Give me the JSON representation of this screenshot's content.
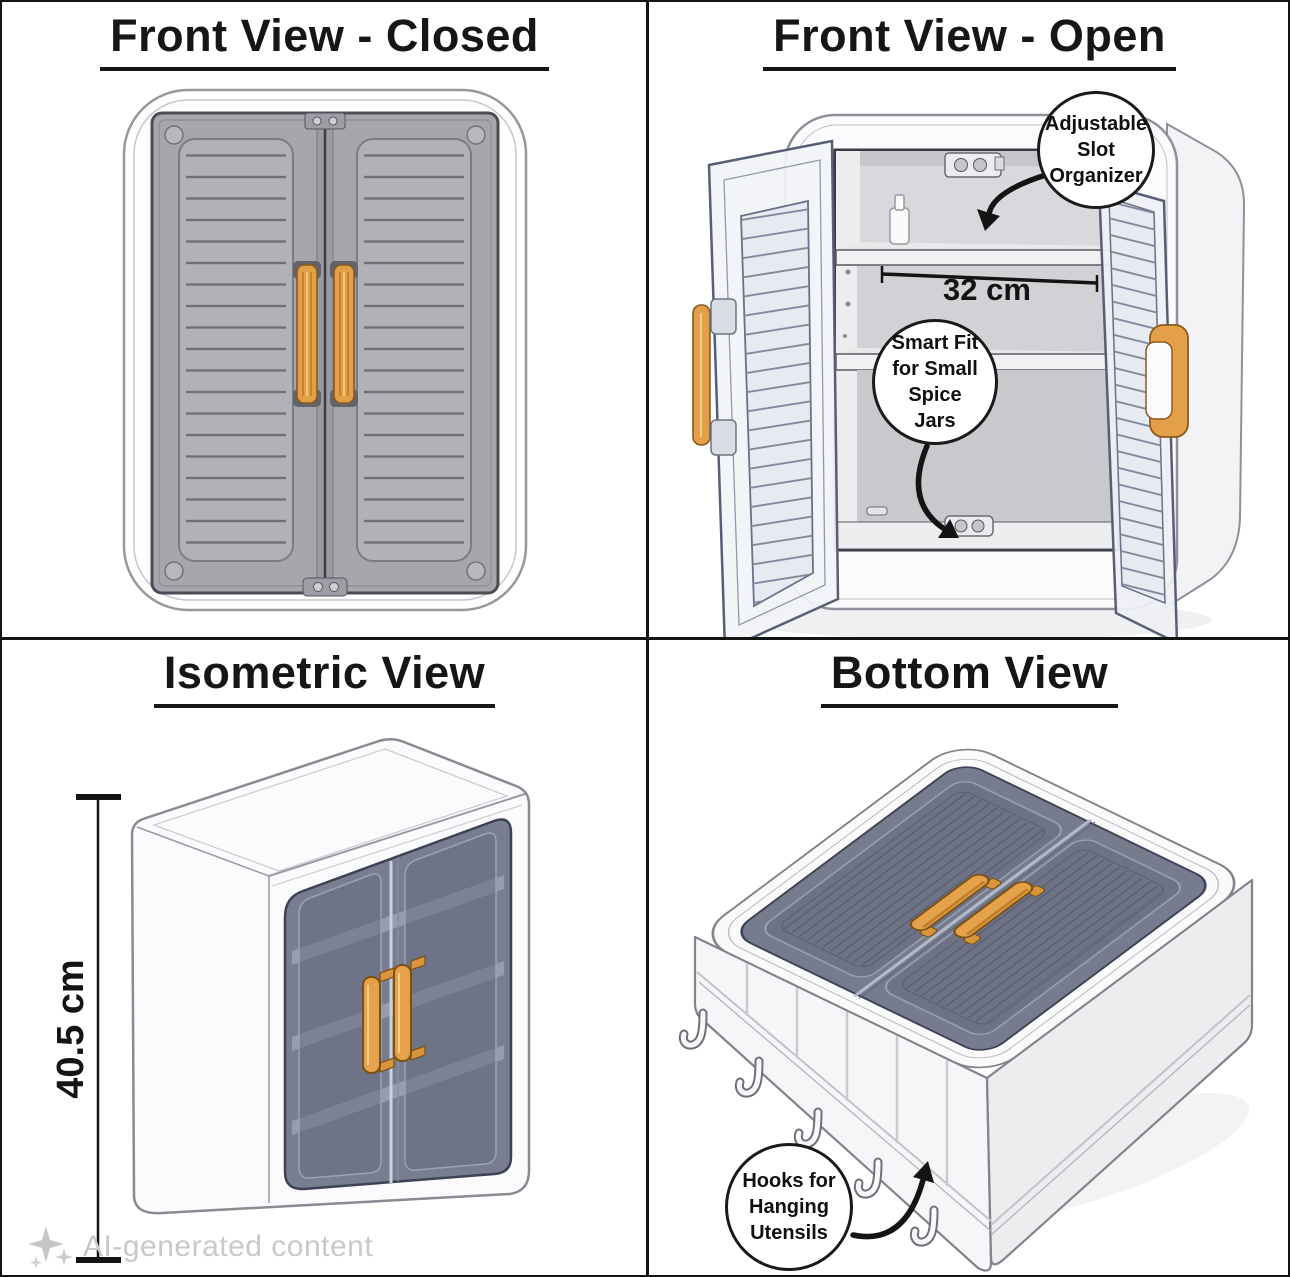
{
  "figure": {
    "type": "product-diagram",
    "subject": "Wall-mounted spice cabinet shown in four views"
  },
  "panels": {
    "front_closed": {
      "title": "Front View - Closed"
    },
    "front_open": {
      "title": "Front View - Open",
      "annotations": {
        "slot_organizer": "Adjustable Slot Organizer",
        "shelf_width": "32 cm",
        "smart_fit": "Smart Fit for Small Spice Jars"
      }
    },
    "isometric": {
      "title": "Isometric View",
      "height_dimension": "40.5 cm"
    },
    "bottom": {
      "title": "Bottom View",
      "annotations": {
        "hooks": "Hooks for Hanging Utensils"
      }
    }
  },
  "watermark": {
    "icon": "sparkles-icon",
    "text": "AI-generated content"
  },
  "colors": {
    "background": "#ffffff",
    "line": "#141414",
    "door_gray": "#a6a6ad",
    "louver_slat": "#70707a",
    "handle_orange": "#e3a049",
    "handle_outline": "#8a5a1c",
    "translucent_door": "#6e7488",
    "watermark_gray": "#c9c9cc"
  }
}
